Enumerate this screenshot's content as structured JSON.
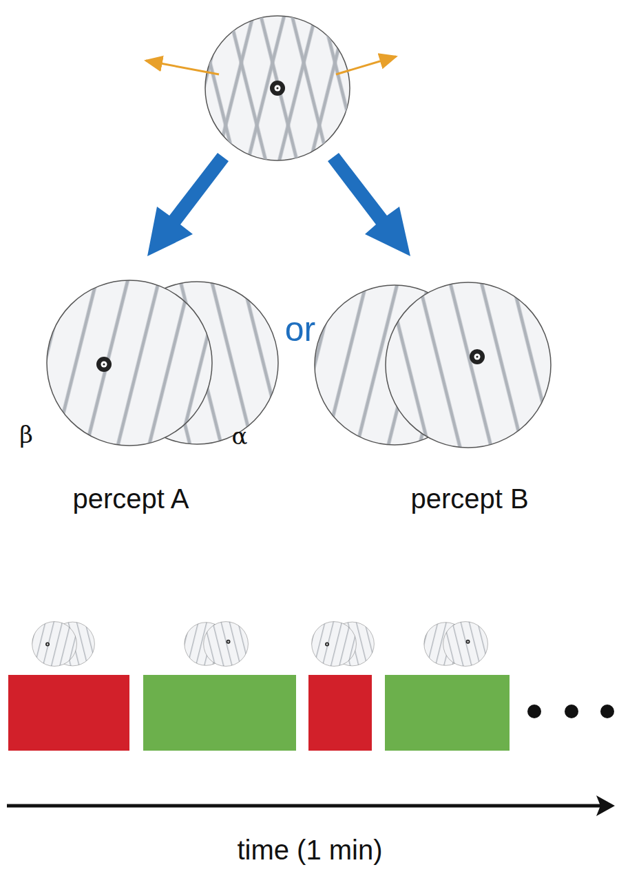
{
  "diagram": {
    "labels": [
      "β",
      "α",
      "or",
      "percept A",
      "percept B",
      "time (1 min)"
    ]
  }
}
